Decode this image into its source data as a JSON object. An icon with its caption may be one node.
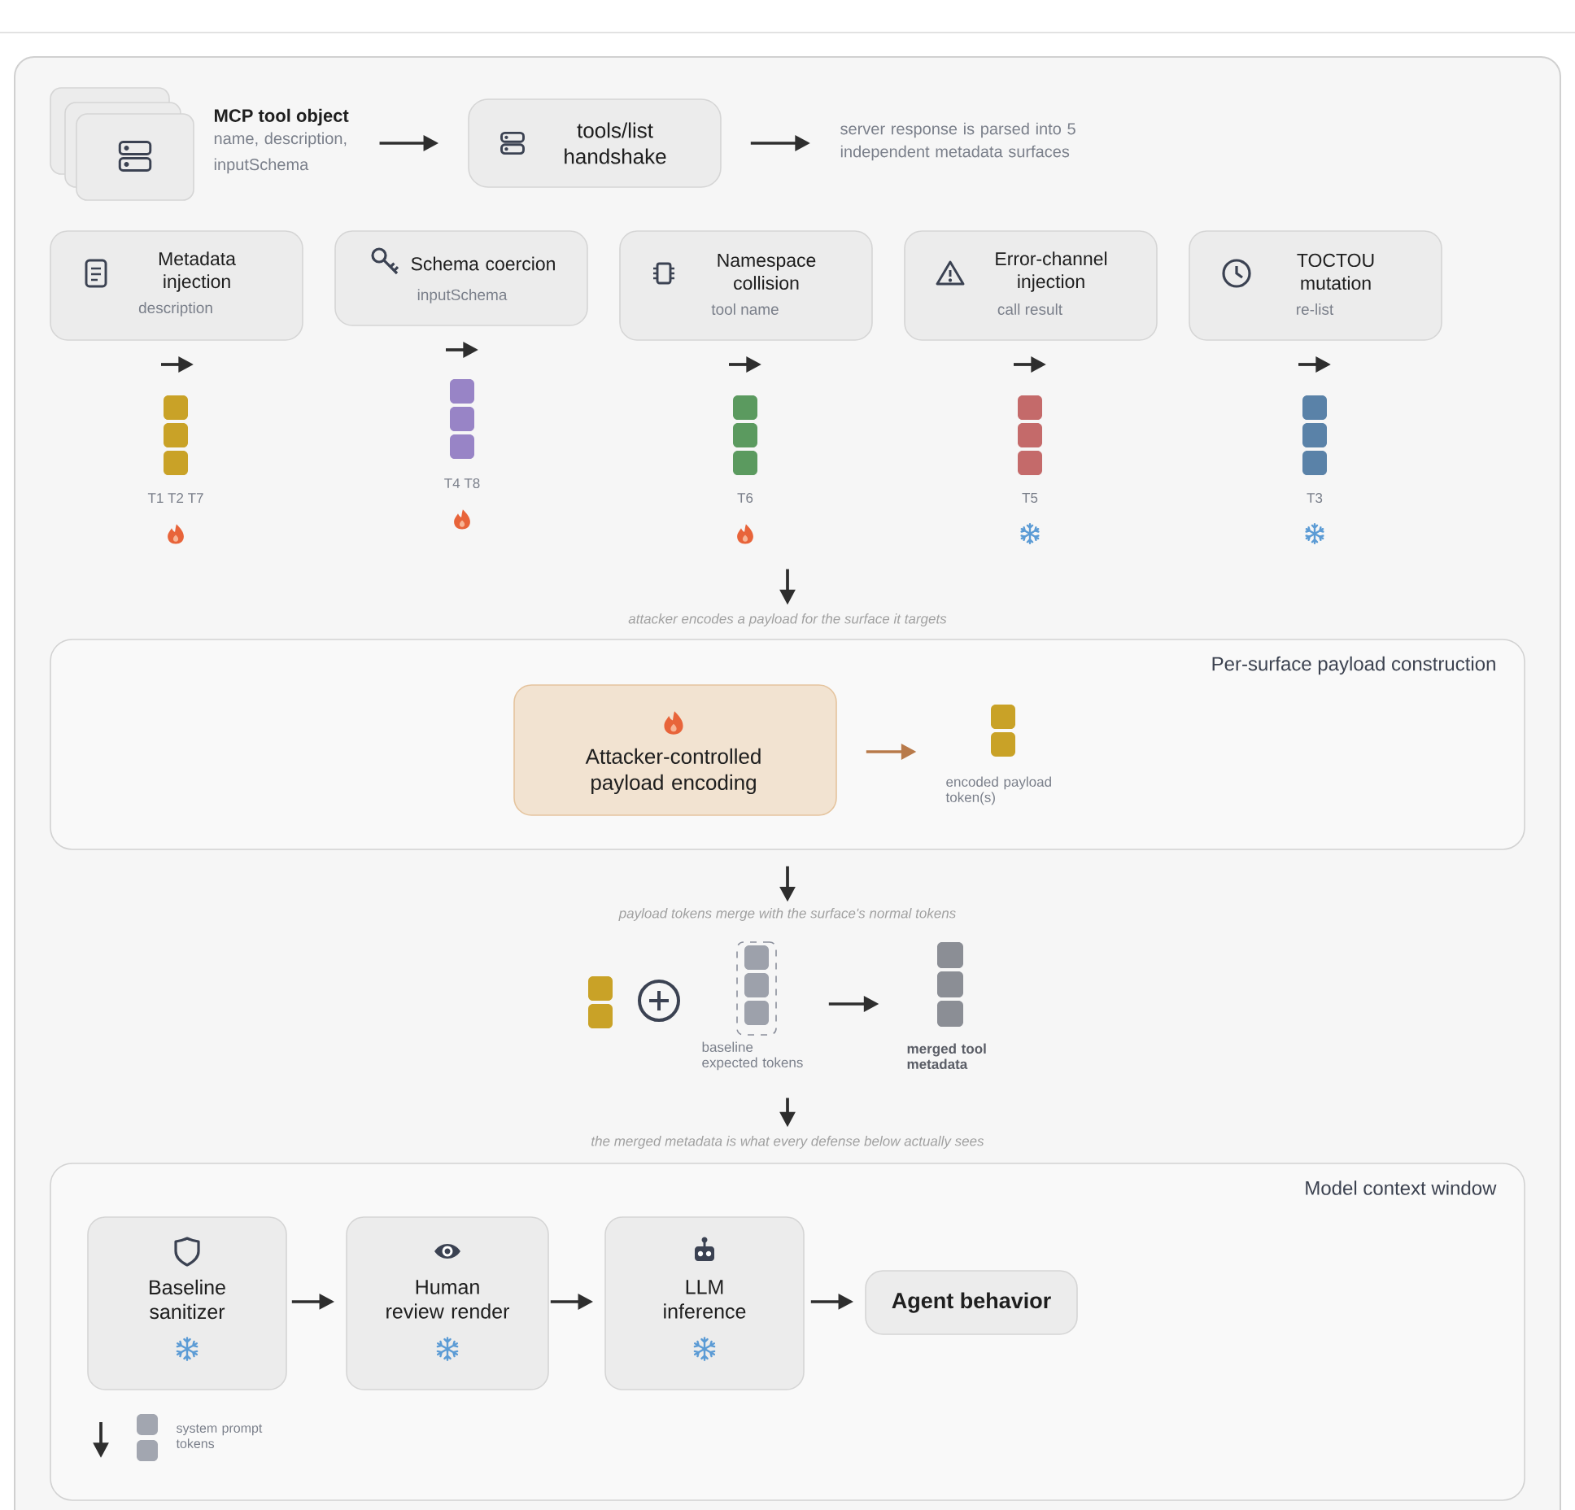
{
  "diagram": {
    "nodes": [
      {
        "text": [],
        "shape": "box",
        "beside": [
          "MCP tool object",
          "name, description, inputSchema"
        ]
      },
      {
        "text": [
          "tools/list handshake"
        ]
      },
      {
        "text": [
          "server response is parsed into 5 independent metadata surfaces"
        ]
      },
      {
        "text": [
          "Metadata injection",
          "description"
        ]
      },
      {
        "text": [
          "Schema coercion",
          "inputSchema"
        ]
      },
      {
        "text": [
          "Namespace collision",
          "tool name"
        ]
      },
      {
        "text": [
          "Error-channel injection",
          "call result"
        ]
      },
      {
        "text": [
          "TOCTOU mutation",
          "re-list"
        ]
      },
      {
        "text": [],
        "shape": "box",
        "beside": [
          "T1 T2 T7"
        ]
      },
      {
        "text": [],
        "shape": "box",
        "beside": [
          "T4 T8"
        ]
      },
      {
        "text": [],
        "shape": "box",
        "beside": [
          "T6"
        ]
      },
      {
        "text": [],
        "shape": "box",
        "beside": [
          "T5"
        ]
      },
      {
        "text": [],
        "shape": "box",
        "beside": [
          "T3"
        ]
      },
      {
        "text": [
          "attacker encodes a payload for the surface it targets"
        ]
      },
      {
        "text": [
          "Per-surface payload construction"
        ]
      },
      {
        "text": [
          "Attacker-controlled payload encoding"
        ],
        "in": 14
      },
      {
        "text": [],
        "shape": "box",
        "beside": [
          "encoded payload token(s)"
        ],
        "in": 14
      },
      {
        "text": [
          "payload tokens merge with the surface's normal tokens"
        ]
      },
      {
        "text": [],
        "shape": "box"
      },
      {
        "text": [
          "baseline expected tokens"
        ]
      },
      {
        "text": [
          "merged tool metadata"
        ]
      },
      {
        "text": [
          "the merged metadata is what every defense below actually sees"
        ]
      },
      {
        "text": [
          "Model context window"
        ]
      },
      {
        "text": [
          "Baseline sanitizer"
        ],
        "in": 22
      },
      {
        "text": [
          "Human review render"
        ],
        "in": 22
      },
      {
        "text": [
          "LLM inference"
        ],
        "in": 22
      },
      {
        "text": [
          "Agent behavior"
        ],
        "in": 22
      },
      {
        "text": [],
        "shape": "box",
        "beside": [
          "system prompt tokens"
        ],
        "in": 22
      }
    ],
    "edges": [
      {
        "from": 0,
        "to": 1,
        "arrow": "to"
      },
      {
        "from": 1,
        "to": 2,
        "arrow": "to"
      },
      {
        "from": null,
        "to": 13,
        "arrow": "to"
      },
      {
        "from": 15,
        "to": 16,
        "arrow": "to",
        "color": "#b87a4a"
      },
      {
        "from": 14,
        "to": 17,
        "arrow": "to"
      },
      {
        "from": 19,
        "to": 20,
        "arrow": "to"
      },
      {
        "from": null,
        "to": 21,
        "arrow": "to"
      },
      {
        "from": 23,
        "to": 24,
        "arrow": "to"
      },
      {
        "from": 24,
        "to": 25,
        "arrow": "to"
      },
      {
        "from": 25,
        "to": 26,
        "arrow": "to"
      }
    ]
  }
}
